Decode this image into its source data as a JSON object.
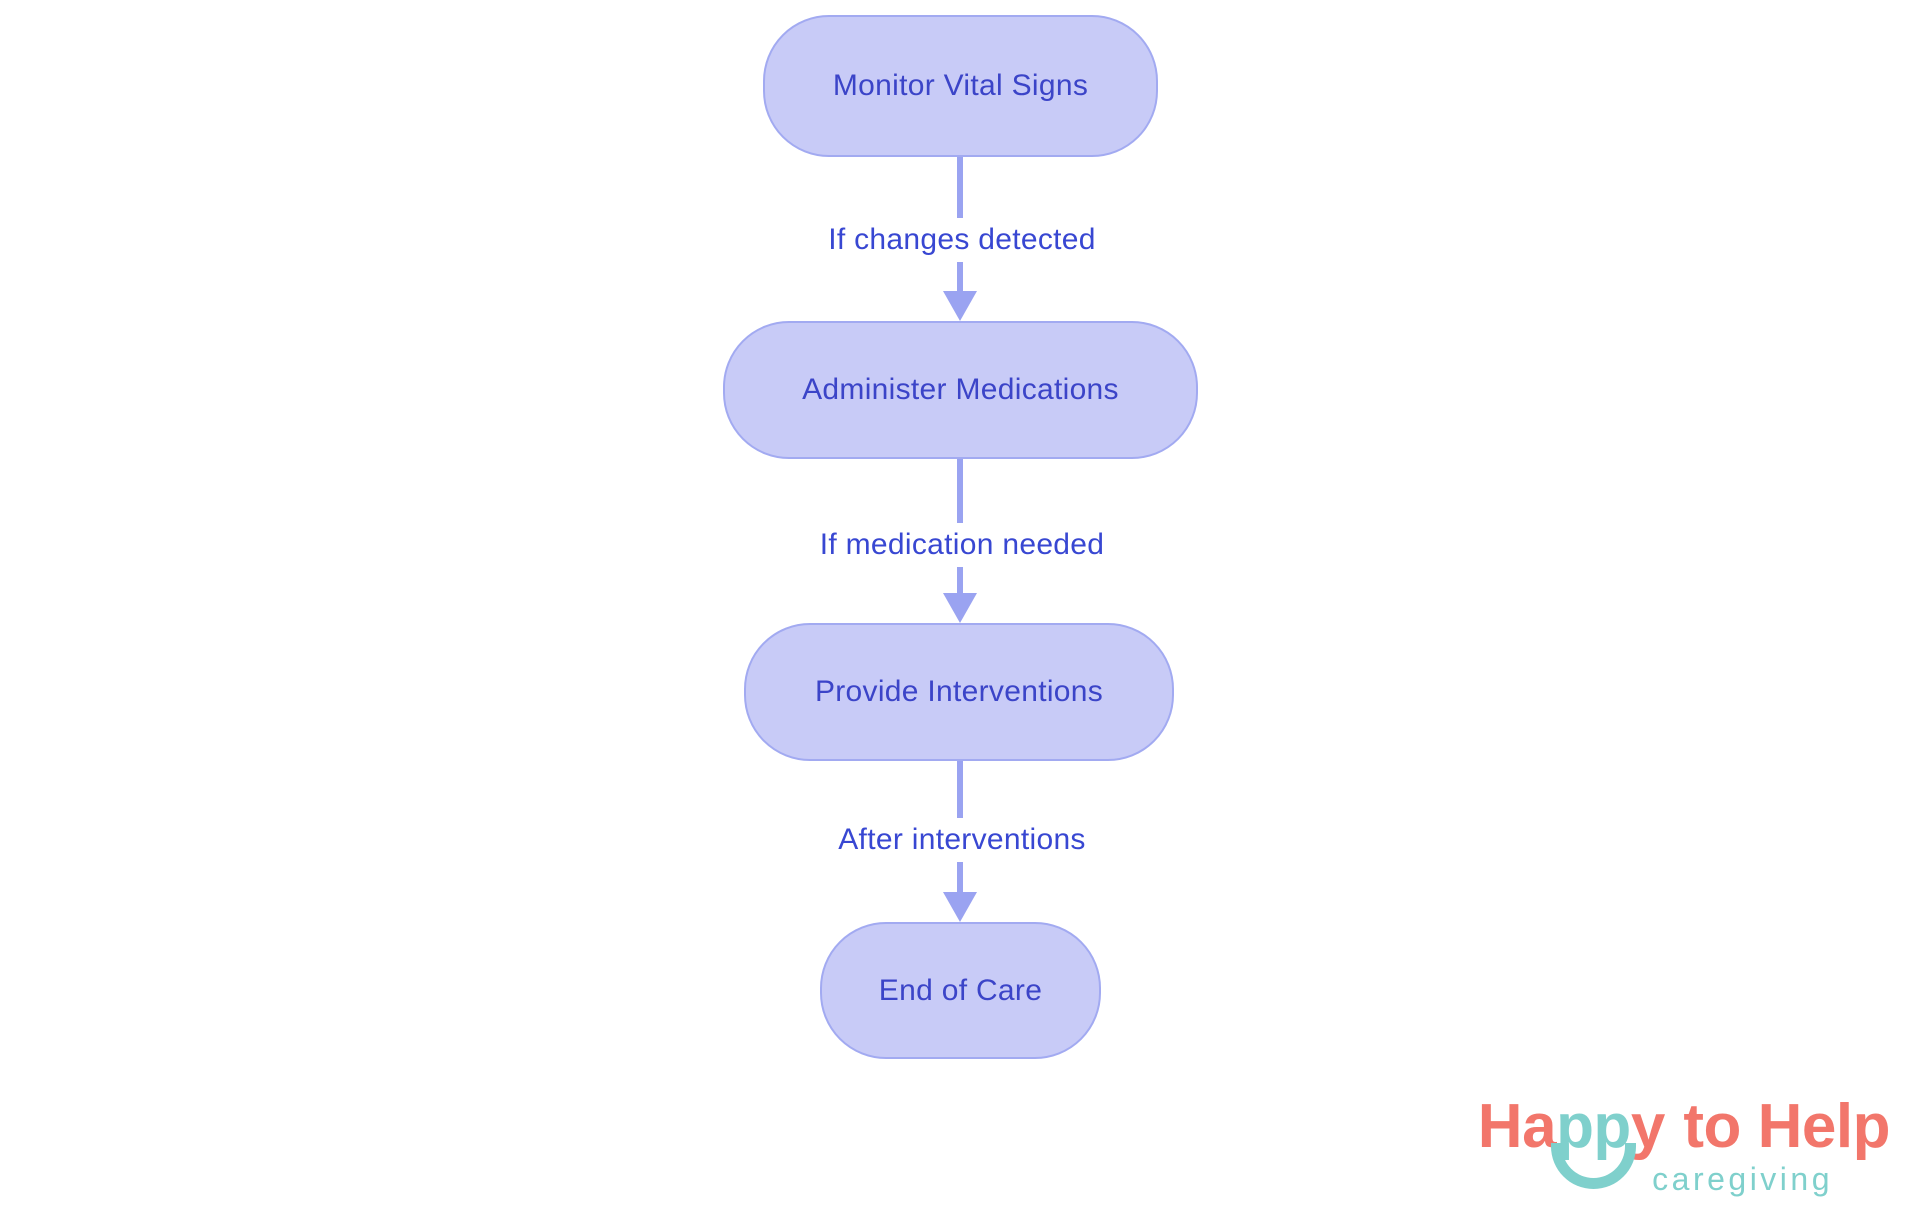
{
  "flowchart": {
    "nodes": [
      {
        "id": "monitor-vital-signs",
        "label": "Monitor Vital Signs"
      },
      {
        "id": "administer-medications",
        "label": "Administer Medications"
      },
      {
        "id": "provide-interventions",
        "label": "Provide Interventions"
      },
      {
        "id": "end-of-care",
        "label": "End of Care"
      }
    ],
    "edges": [
      {
        "from": "monitor-vital-signs",
        "to": "administer-medications",
        "label": "If changes detected"
      },
      {
        "from": "administer-medications",
        "to": "provide-interventions",
        "label": "If medication needed"
      },
      {
        "from": "provide-interventions",
        "to": "end-of-care",
        "label": "After interventions"
      }
    ]
  },
  "logo": {
    "part1": "Ha",
    "part2": "pp",
    "part3": "y",
    "part4": "to Help",
    "tagline": "caregiving"
  },
  "colors": {
    "background": "#ffffff",
    "node_fill": "#c8cbf7",
    "node_border": "#a2aaf1",
    "node_text": "#3b44c8",
    "edge_label_text": "#3847d2",
    "arrow": "#9aa3f1",
    "logo_coral": "#f2766b",
    "logo_teal": "#7fd0cc"
  }
}
